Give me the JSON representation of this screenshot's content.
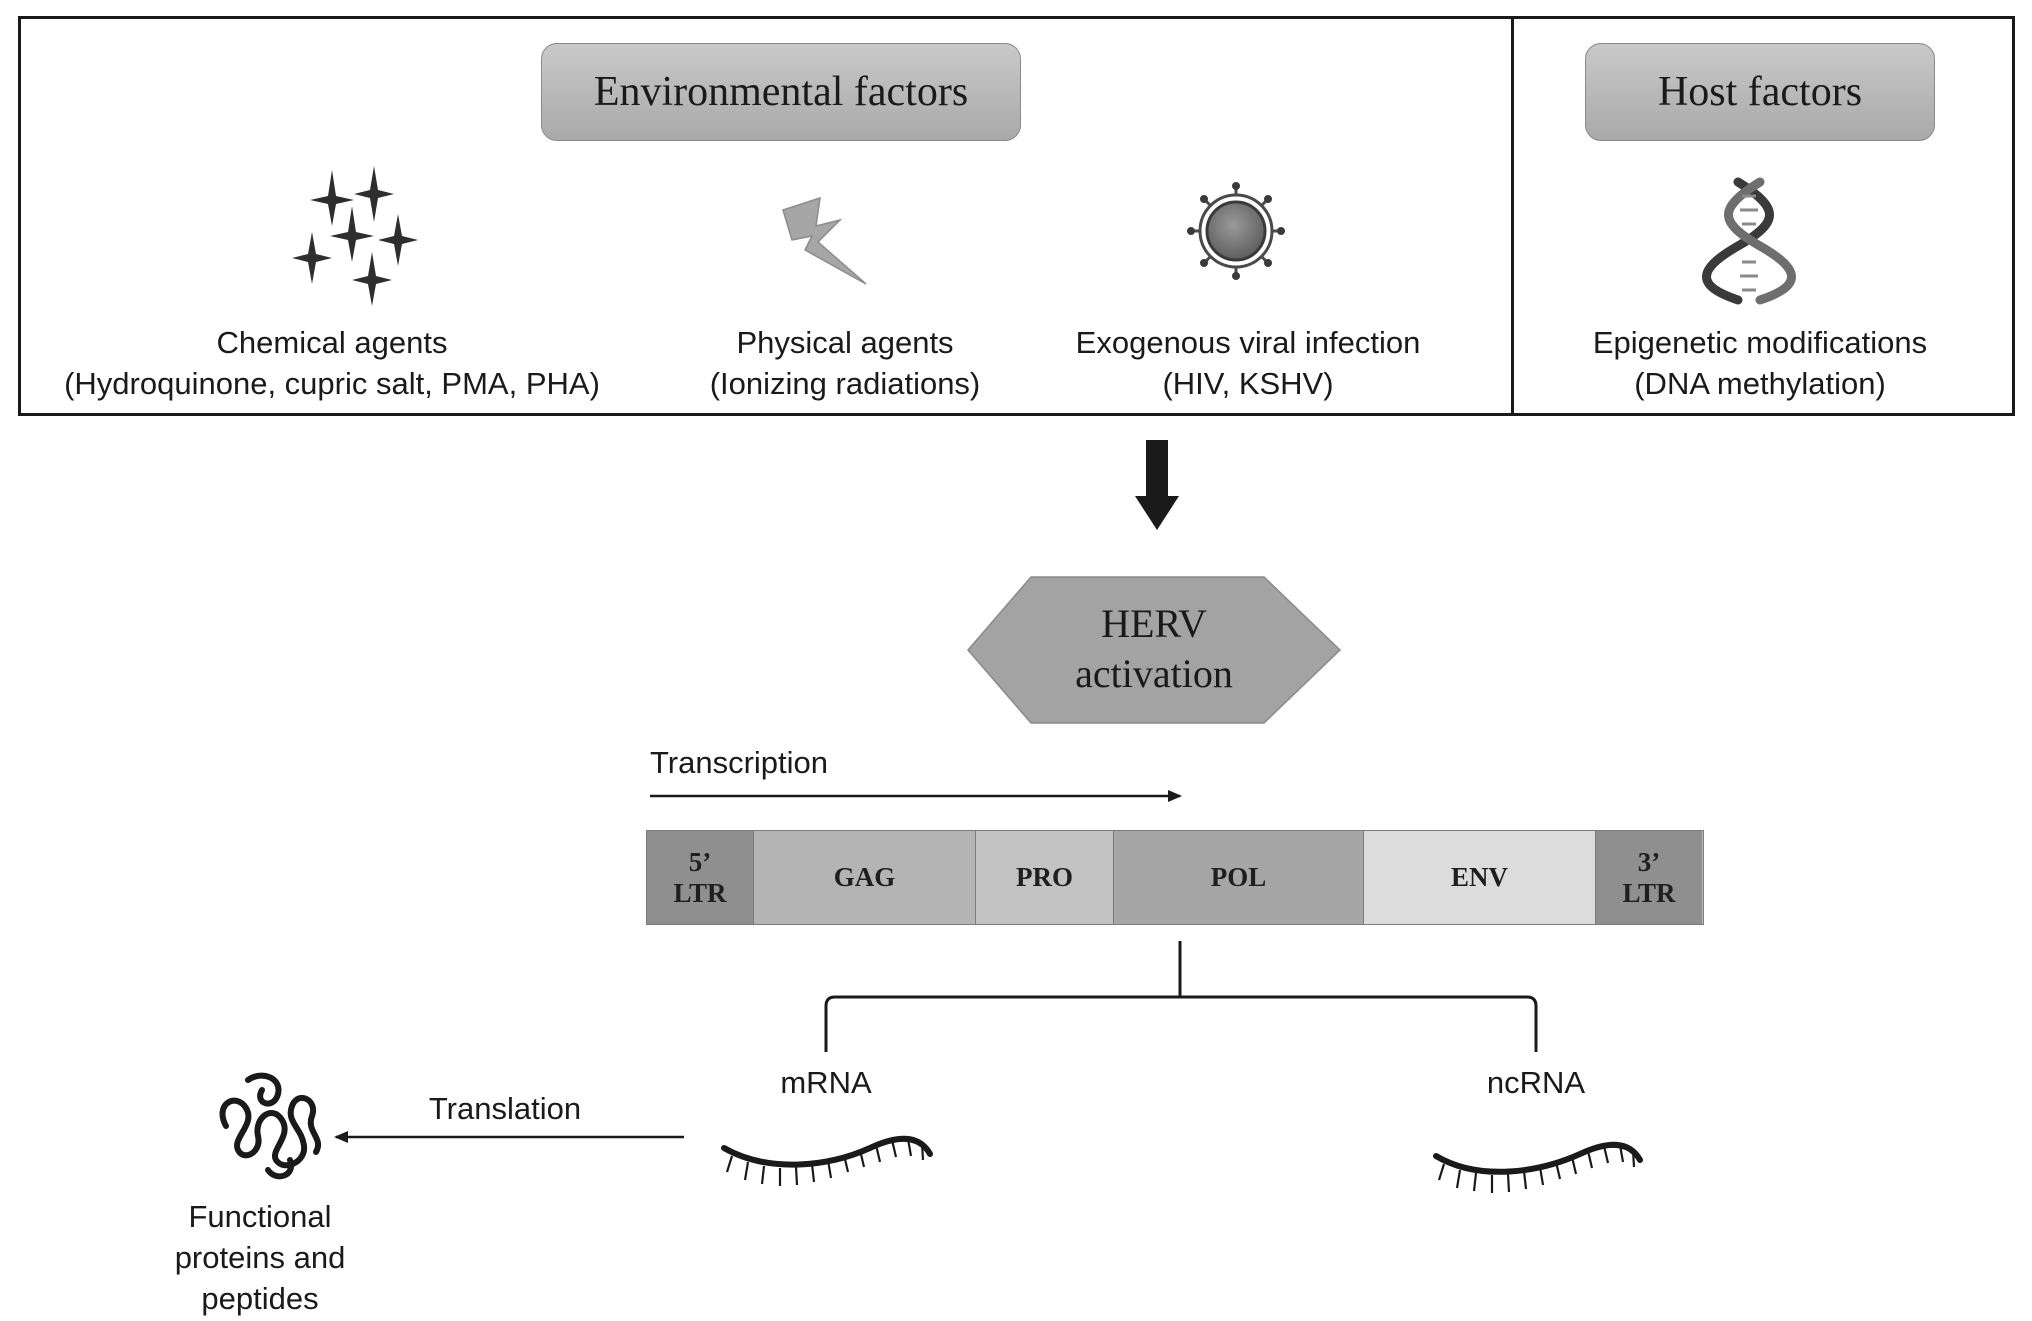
{
  "panels": {
    "environmental": {
      "title": "Environmental factors",
      "items": [
        {
          "icon": "sparkle-cluster-icon",
          "line1": "Chemical agents",
          "line2": "(Hydroquinone, cupric salt, PMA, PHA)"
        },
        {
          "icon": "lightning-bolt-icon",
          "line1": "Physical agents",
          "line2": "(Ionizing radiations)"
        },
        {
          "icon": "virus-icon",
          "line1": "Exogenous viral infection",
          "line2": "(HIV, KSHV)"
        }
      ]
    },
    "host": {
      "title": "Host factors",
      "items": [
        {
          "icon": "dna-helix-icon",
          "line1": "Epigenetic modifications",
          "line2": "(DNA methylation)"
        }
      ]
    }
  },
  "activation": {
    "line1": "HERV",
    "line2": "activation"
  },
  "transcription_label": "Transcription",
  "genome": {
    "segments": [
      {
        "line1": "5’",
        "line2": "LTR",
        "color": "#8f8f8f"
      },
      {
        "line1": "GAG",
        "line2": "",
        "color": "#b4b4b4"
      },
      {
        "line1": "PRO",
        "line2": "",
        "color": "#c2c2c2"
      },
      {
        "line1": "POL",
        "line2": "",
        "color": "#a6a6a6"
      },
      {
        "line1": "ENV",
        "line2": "",
        "color": "#dcdcdc"
      },
      {
        "line1": "3’",
        "line2": "LTR",
        "color": "#8f8f8f"
      }
    ]
  },
  "products": {
    "mrna": "mRNA",
    "ncrna": "ncRNA",
    "translation_label": "Translation",
    "protein": {
      "line1": "Functional",
      "line2": "proteins and",
      "line3": "peptides"
    }
  }
}
